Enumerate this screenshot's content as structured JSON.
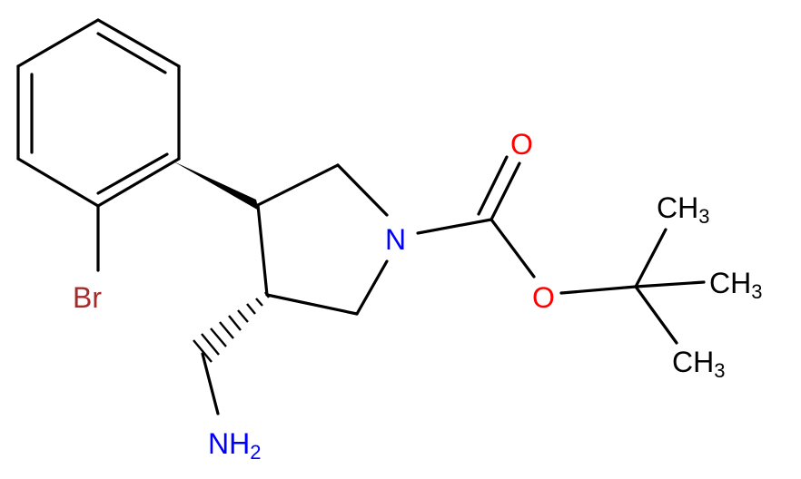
{
  "atoms": {
    "bromine": "Br",
    "nitrogen_ring": "N",
    "oxygen_carbonyl": "O",
    "oxygen_ester": "O",
    "amine": {
      "main": "NH",
      "sub": "2"
    },
    "methyl_top": {
      "main": "CH",
      "sub": "3"
    },
    "methyl_mid": {
      "main": "CH",
      "sub": "3"
    },
    "methyl_bot": {
      "main": "CH",
      "sub": "3"
    }
  },
  "colors": {
    "bond": "#000000",
    "bromine": "#a52a2a",
    "nitrogen": "#0000ff",
    "oxygen": "#ff0000",
    "carbon": "#000000"
  }
}
